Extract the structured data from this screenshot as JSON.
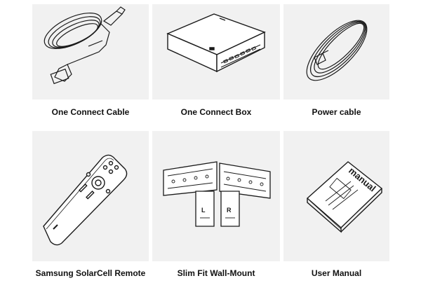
{
  "items": [
    {
      "label": "One Connect Cable",
      "icon": "one-connect-cable-icon"
    },
    {
      "label": "One Connect Box",
      "icon": "one-connect-box-icon"
    },
    {
      "label": "Power cable",
      "icon": "power-cable-icon"
    },
    {
      "label": "Samsung SolarCell Remote",
      "icon": "solarcell-remote-icon"
    },
    {
      "label": "Slim Fit Wall-Mount",
      "icon": "wall-mount-icon"
    },
    {
      "label": "User Manual",
      "icon": "user-manual-icon"
    }
  ],
  "manual": {
    "cover_text": "manual"
  },
  "mount": {
    "left_mark": "L",
    "right_mark": "R"
  },
  "colors": {
    "tile_bg": "#f1f1f1",
    "line": "#1a1a1a",
    "text": "#111111"
  }
}
